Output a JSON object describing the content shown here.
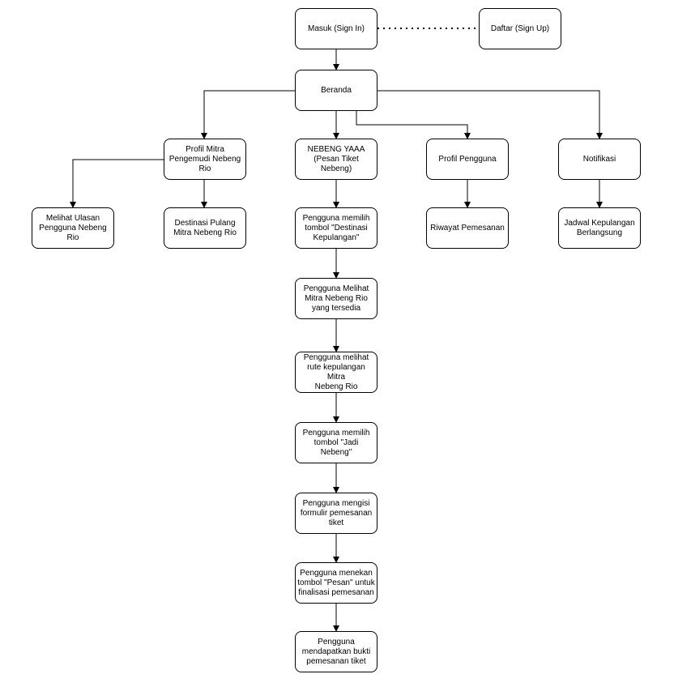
{
  "nodes": {
    "masuk": "Masuk (Sign In)",
    "daftar": "Daftar (Sign Up)",
    "beranda": "Beranda",
    "profil_mitra": "Profil Mitra\nPengemudi Nebeng\nRio",
    "nebeng": "NEBENG YAAA\n(Pesan Tiket Nebeng)",
    "profil_pengguna": "Profil Pengguna",
    "notifikasi": "Notifikasi",
    "ulasan": "Melihat Ulasan\nPengguna Nebeng\nRio",
    "destinasi_pulang": "Destinasi Pulang\nMitra Nebeng Rio",
    "pilih_destinasi": "Pengguna memilih\ntombol \"Destinasi\nKepulangan\"",
    "riwayat": "Riwayat Pemesanan",
    "jadwal": "Jadwal Kepulangan\nBerlangsung",
    "lihat_mitra": "Pengguna Melihat\nMitra Nebeng Rio\nyang tersedia",
    "lihat_rute": "Pengguna melihat\nrute kepulangan Mitra\nNebeng Rio",
    "pilih_jadi": "Pengguna memilih\ntombol \"Jadi Nebeng\"",
    "isi_formulir": "Pengguna mengisi\nformulir pemesanan\ntiket",
    "tekan_pesan": "Pengguna menekan\ntombol \"Pesan\" untuk\nfinalisasi pemesanan",
    "bukti": "Pengguna\nmendapatkan bukti\npemesanan tiket"
  }
}
